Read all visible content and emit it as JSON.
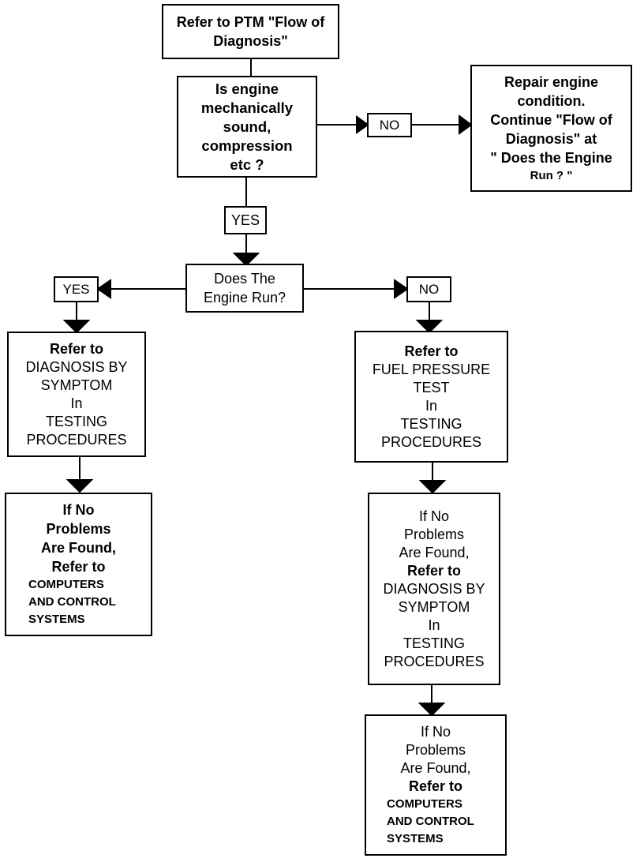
{
  "diagram": {
    "start": {
      "lines": [
        "Refer to PTM \"Flow of",
        "Diagnosis\""
      ]
    },
    "q1": {
      "lines": [
        "Is engine",
        "mechanically",
        "sound,",
        "compression",
        "etc ?"
      ]
    },
    "repair": {
      "lines": [
        "Repair engine",
        "condition.",
        "Continue \"Flow of",
        "Diagnosis\" at",
        "\" Does the Engine",
        "Run ? \""
      ]
    },
    "q2": {
      "lines": [
        "Does The",
        "Engine Run?"
      ]
    },
    "labels": {
      "no1": "NO",
      "yes1": "YES",
      "yes2": "YES",
      "no2": "NO"
    },
    "left_ref": {
      "lines": [
        "Refer to",
        "DIAGNOSIS BY",
        "SYMPTOM",
        "In",
        "TESTING",
        "PROCEDURES"
      ]
    },
    "left_if": {
      "lines": [
        "If No",
        "Problems",
        "Are Found,",
        "Refer to",
        "COMPUTERS",
        "AND CONTROL",
        "SYSTEMS"
      ]
    },
    "right_ref": {
      "lines": [
        "Refer to",
        "FUEL PRESSURE",
        "TEST",
        "In",
        "TESTING",
        "PROCEDURES"
      ]
    },
    "right_if1": {
      "lines": [
        "If No",
        "Problems",
        "Are Found,",
        "Refer to",
        "DIAGNOSIS BY",
        "SYMPTOM",
        "In",
        "TESTING",
        "PROCEDURES"
      ]
    },
    "right_if2": {
      "lines": [
        "If No",
        "Problems",
        "Are Found,",
        "Refer to",
        "COMPUTERS",
        "AND CONTROL",
        "SYSTEMS"
      ]
    }
  }
}
